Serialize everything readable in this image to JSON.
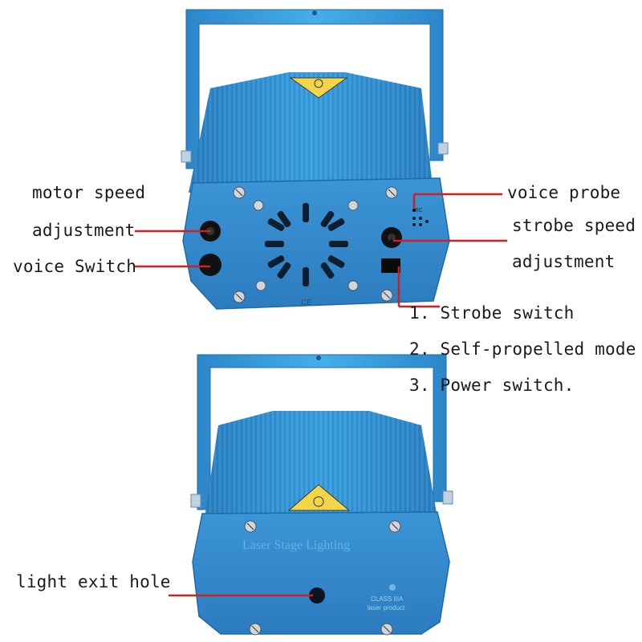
{
  "callouts": {
    "motor_speed_line1": "motor speed",
    "motor_speed_line2": "adjustment",
    "voice_switch": "voice Switch",
    "voice_probe": "voice probe",
    "strobe_speed_line1": "strobe speed",
    "strobe_speed_line2": "adjustment",
    "mode_1": "1. Strobe switch",
    "mode_2": "2. Self-propelled mode",
    "mode_3": "3. Power switch.",
    "light_exit_hole": "light exit hole"
  },
  "device_markings": {
    "mic": "MIC",
    "ce": "CE",
    "brand": "Laser Stage Lighting",
    "class": "CLASS IIIA",
    "laser_product": "laser product"
  },
  "colors": {
    "body_blue": "#2f8fd0",
    "callout_red": "#d21f1f",
    "warning_yellow": "#f3d54a"
  }
}
